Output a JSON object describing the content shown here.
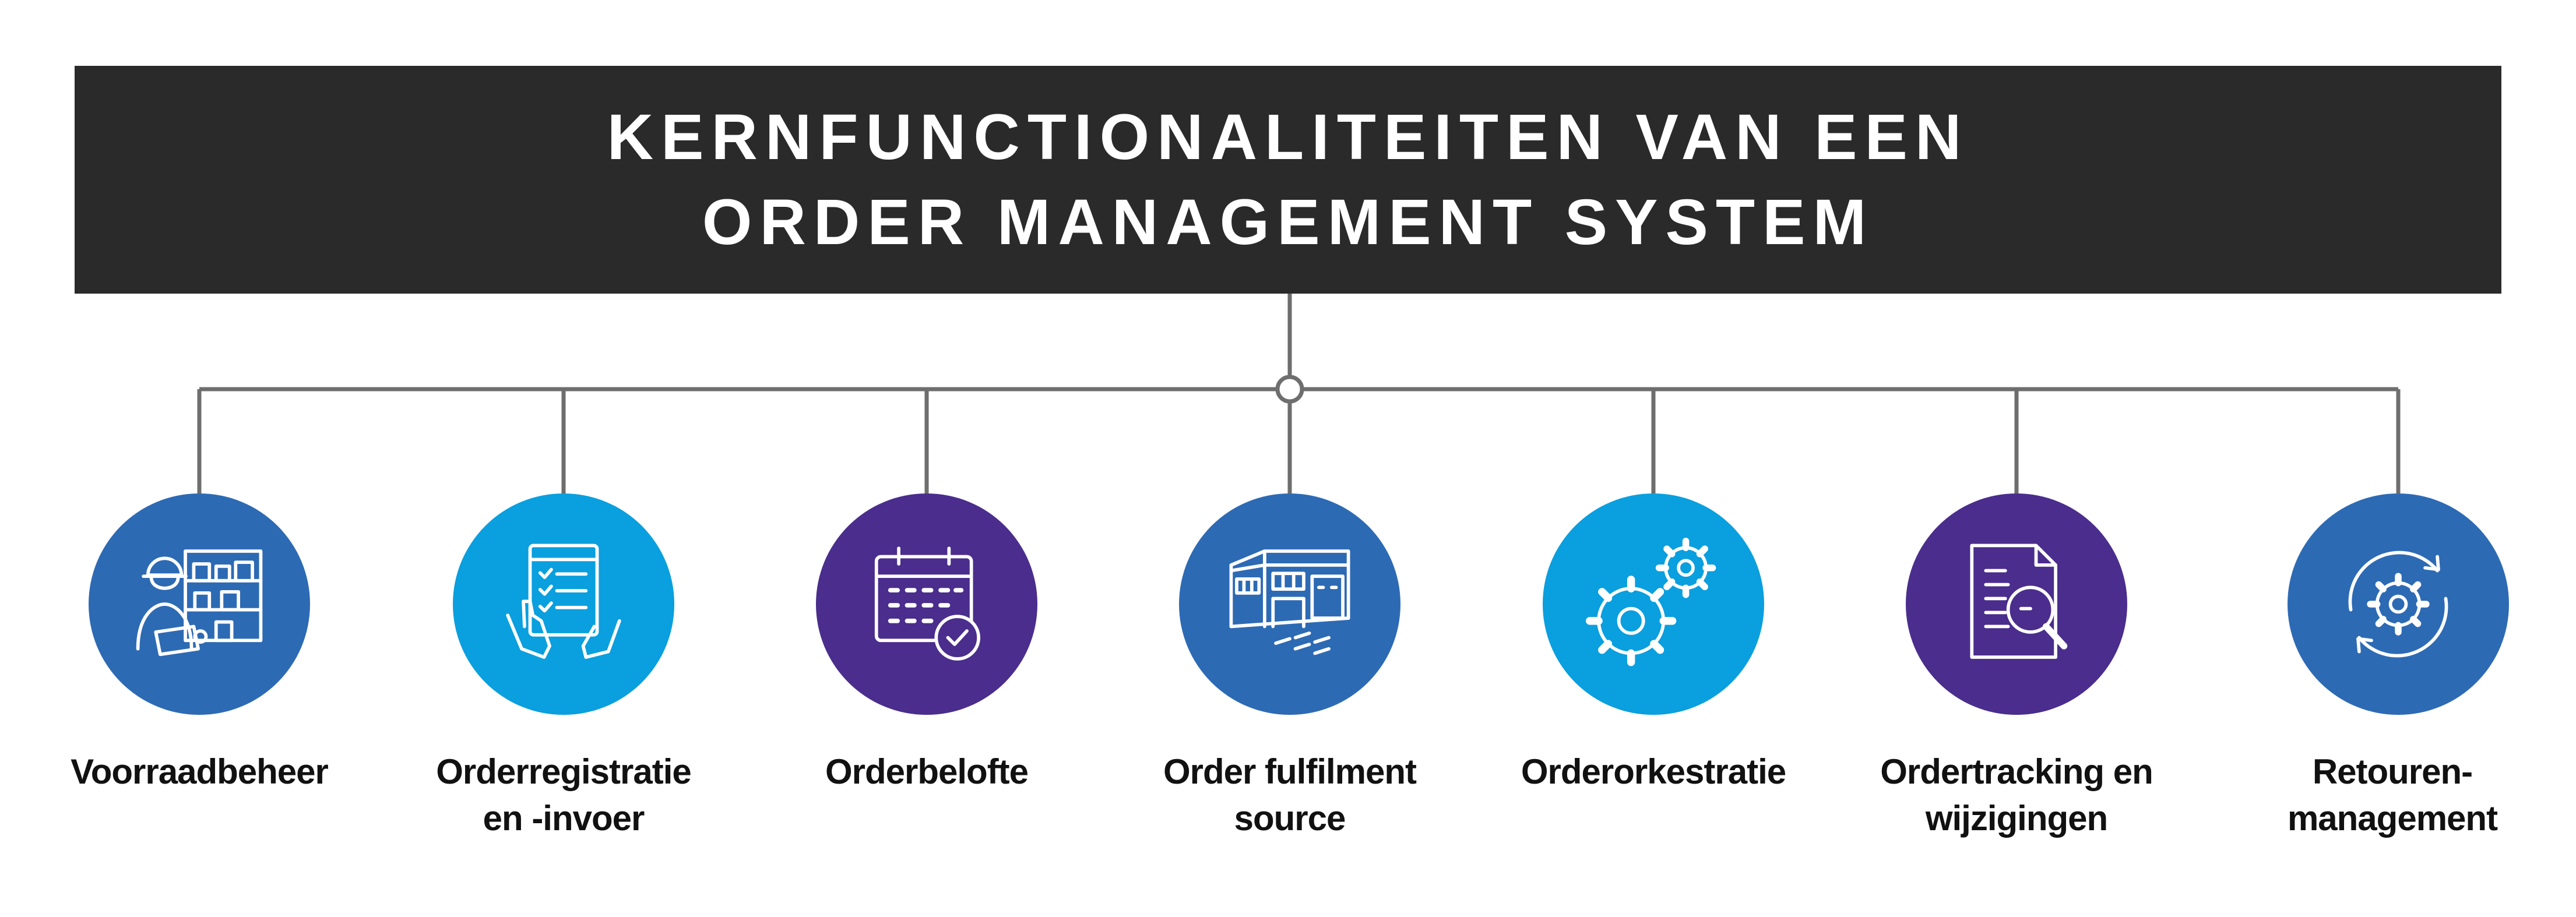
{
  "title": {
    "line1": "KERNFUNCTIONALITEITEN VAN EEN",
    "line2": "ORDER MANAGEMENT SYSTEM"
  },
  "colors": {
    "title_bar": "#2a2a2a",
    "connector": "#6e6e6e",
    "medium_blue": "#2d6ab4",
    "light_blue": "#0a9fde",
    "purple": "#4a2d8c"
  },
  "features": [
    {
      "icon": "warehouse-worker-icon",
      "color": "#2d6ab4",
      "lines": [
        "Voorraadbeheer"
      ]
    },
    {
      "icon": "checklist-tablet-icon",
      "color": "#0a9fde",
      "lines": [
        "Orderregistratie",
        "en -invoer"
      ]
    },
    {
      "icon": "calendar-check-icon",
      "color": "#4a2d8c",
      "lines": [
        "Orderbelofte"
      ]
    },
    {
      "icon": "fulfilment-building-icon",
      "color": "#2d6ab4",
      "lines": [
        "Order fulfilment",
        "source"
      ]
    },
    {
      "icon": "gears-icon",
      "color": "#0a9fde",
      "lines": [
        "Orderorkestratie"
      ]
    },
    {
      "icon": "document-search-icon",
      "color": "#4a2d8c",
      "lines": [
        "Ordertracking en",
        "wijzigingen"
      ]
    },
    {
      "icon": "return-cycle-icon",
      "color": "#2d6ab4",
      "lines": [
        "Retouren-",
        "management"
      ]
    }
  ]
}
